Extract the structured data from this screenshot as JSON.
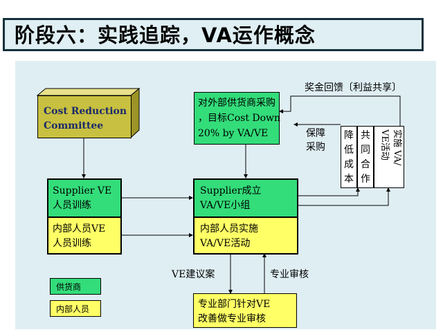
{
  "title": "阶段六：实践追踪，VA运作概念",
  "nodes": {
    "committee": {
      "line1": "Cost Reduction",
      "line2": "Committee"
    },
    "external": {
      "line1": "对外部供货商采购",
      "line2": "，目标Cost Down",
      "line3": "20% by VA/VE"
    },
    "supplier_train": {
      "line1": "Supplier VE",
      "line2": "人员训练"
    },
    "internal_train": {
      "line1": "内部人员VE",
      "line2": "人员训练"
    },
    "supplier_group": {
      "line1": "Supplier成立",
      "line2": "VA/VE小组"
    },
    "internal_impl": {
      "line1": "内部人员实施",
      "line2": "VA/VE活动"
    },
    "dept_review": {
      "line1": "专业部门针对VE",
      "line2": "改善做专业审核"
    },
    "col_reduce": [
      "降",
      "低",
      "成",
      "本"
    ],
    "col_cooperate": [
      "共",
      "同",
      "合",
      "作"
    ],
    "col_implement": [
      "实施",
      "VA/",
      "VE活动"
    ]
  },
  "labels": {
    "bonus": "奖金回馈〔利益共享〕",
    "guarantee_1": "保障",
    "guarantee_2": "采购",
    "ve_proposal": "VE建议案",
    "pro_review": "专业审核"
  },
  "legend": {
    "supplier": "供货商",
    "internal": "内部人员"
  },
  "colors": {
    "green": "#33dd7a",
    "yellow": "#ffff66",
    "olive": "#c8c040",
    "background": "#dfeef3",
    "white": "#ffffff"
  }
}
